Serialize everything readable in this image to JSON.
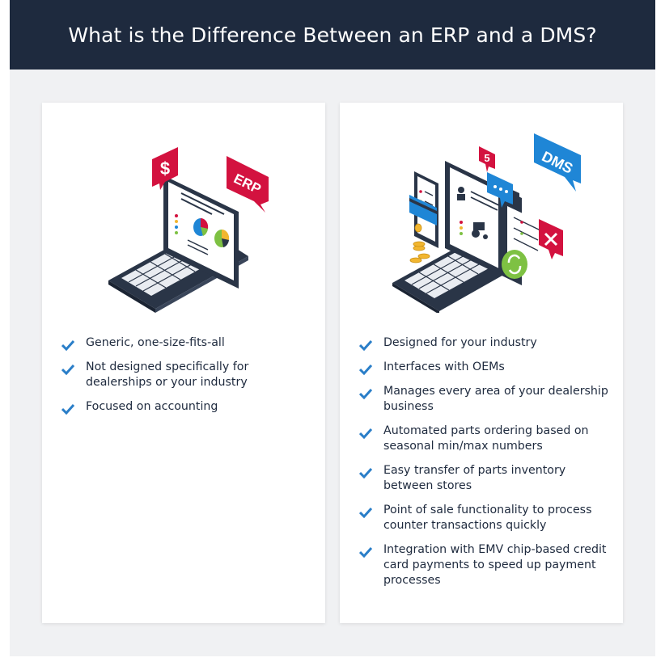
{
  "page": {
    "title": "What is the Difference Between an ERP and a DMS?"
  },
  "colors": {
    "header_bg": "#1e2a3e",
    "check": "#2a7ec8",
    "erp_badge": "#d3123f",
    "dms_badge": "#1f86d6",
    "laptop_dark": "#2a3547",
    "green": "#7ec143"
  },
  "left_card": {
    "illustration": {
      "badge_dollar": "$",
      "badge_erp": "ERP"
    },
    "items": [
      "Generic, one-size-fits-all",
      "Not designed specifically for dealerships or your industry",
      "Focused on accounting"
    ]
  },
  "right_card": {
    "illustration": {
      "badge_count": "5",
      "badge_dms": "DMS"
    },
    "items": [
      "Designed for your industry",
      "Interfaces with OEMs",
      "Manages every area of your dealership business",
      "Automated parts ordering based on seasonal min/max numbers",
      "Easy transfer of parts inventory between stores",
      "Point of sale functionality to process counter transactions quickly",
      "Integration with EMV chip-based credit card payments to speed up payment processes"
    ]
  }
}
